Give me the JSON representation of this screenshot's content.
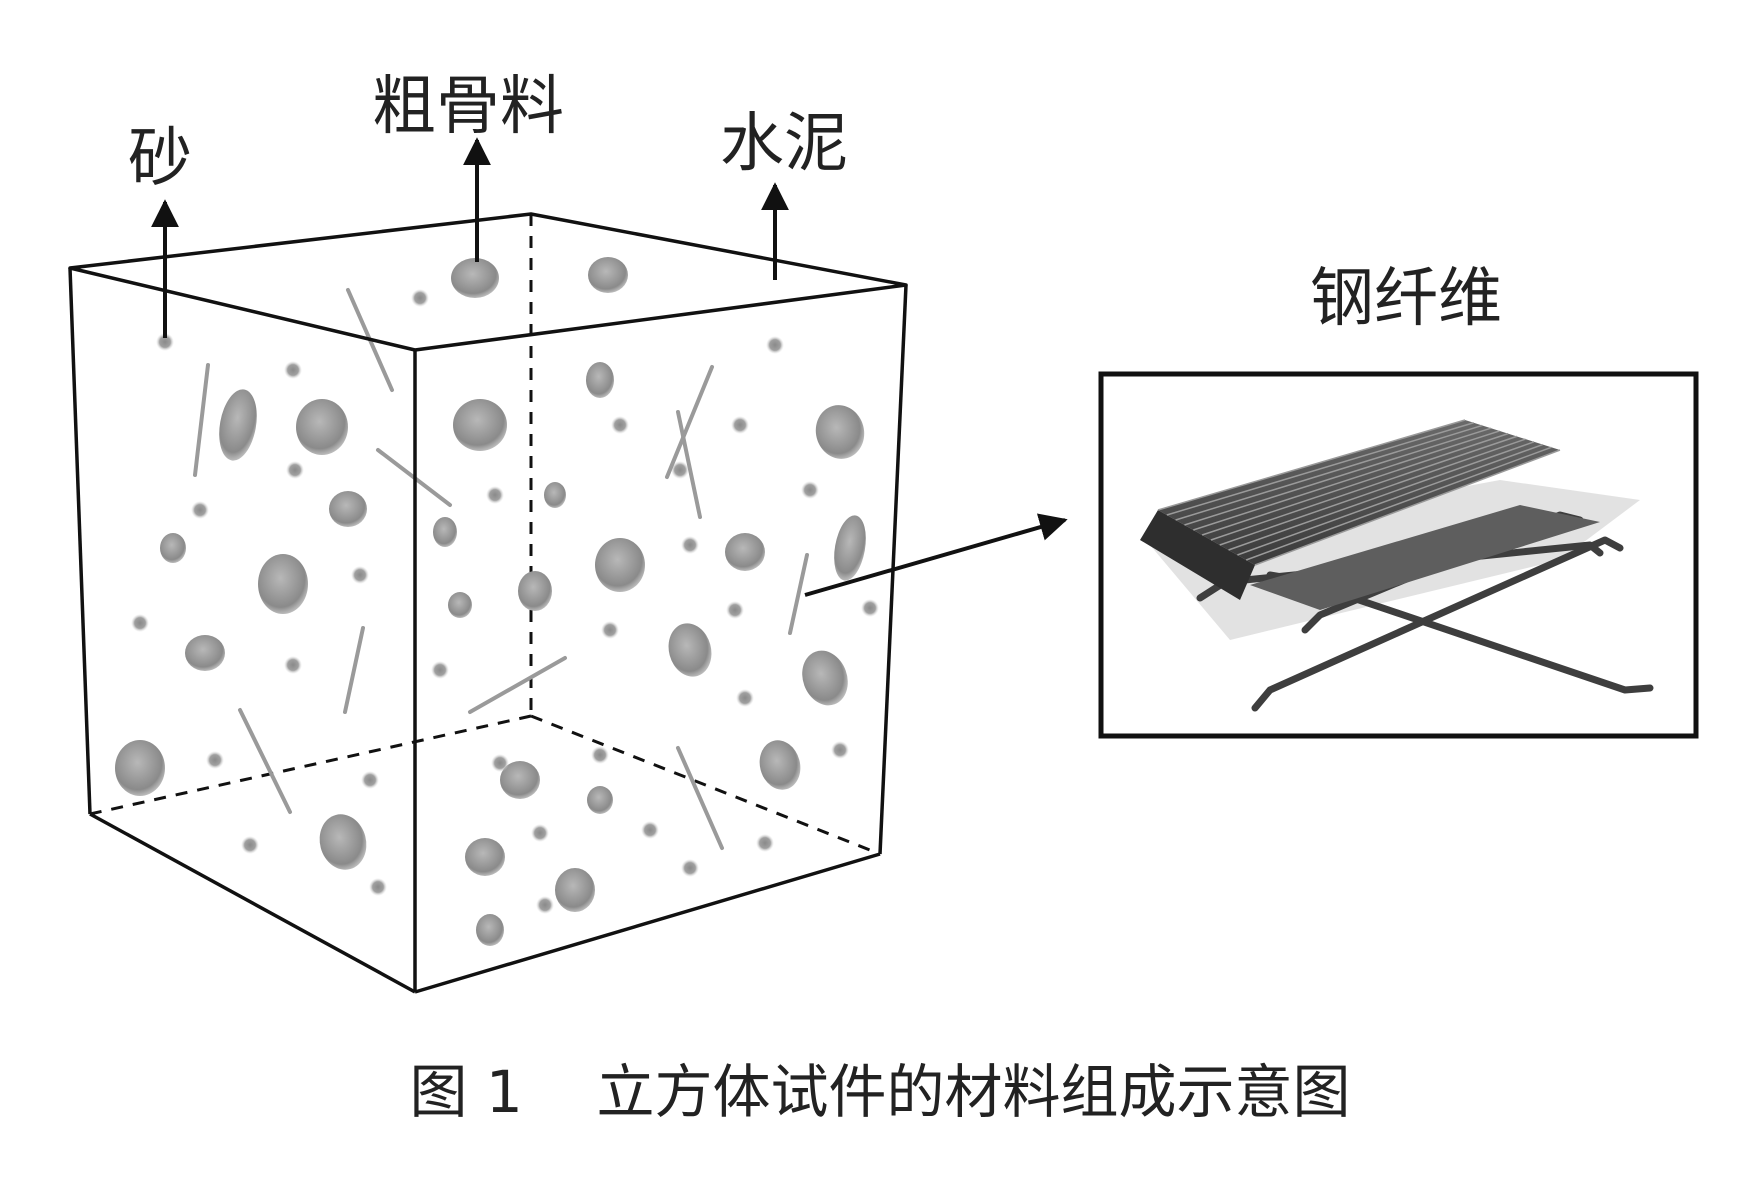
{
  "labels": {
    "sand": "砂",
    "coarse_aggregate": "粗骨料",
    "cement": "水泥",
    "steel_fiber": "钢纤维"
  },
  "caption": "图 1    立方体试件的材料组成示意图",
  "colors": {
    "line": "#111111",
    "aggregate": "#8e8e8e",
    "fiber": "#9a9a9a",
    "fiber_dark": "#3c3c3c"
  }
}
